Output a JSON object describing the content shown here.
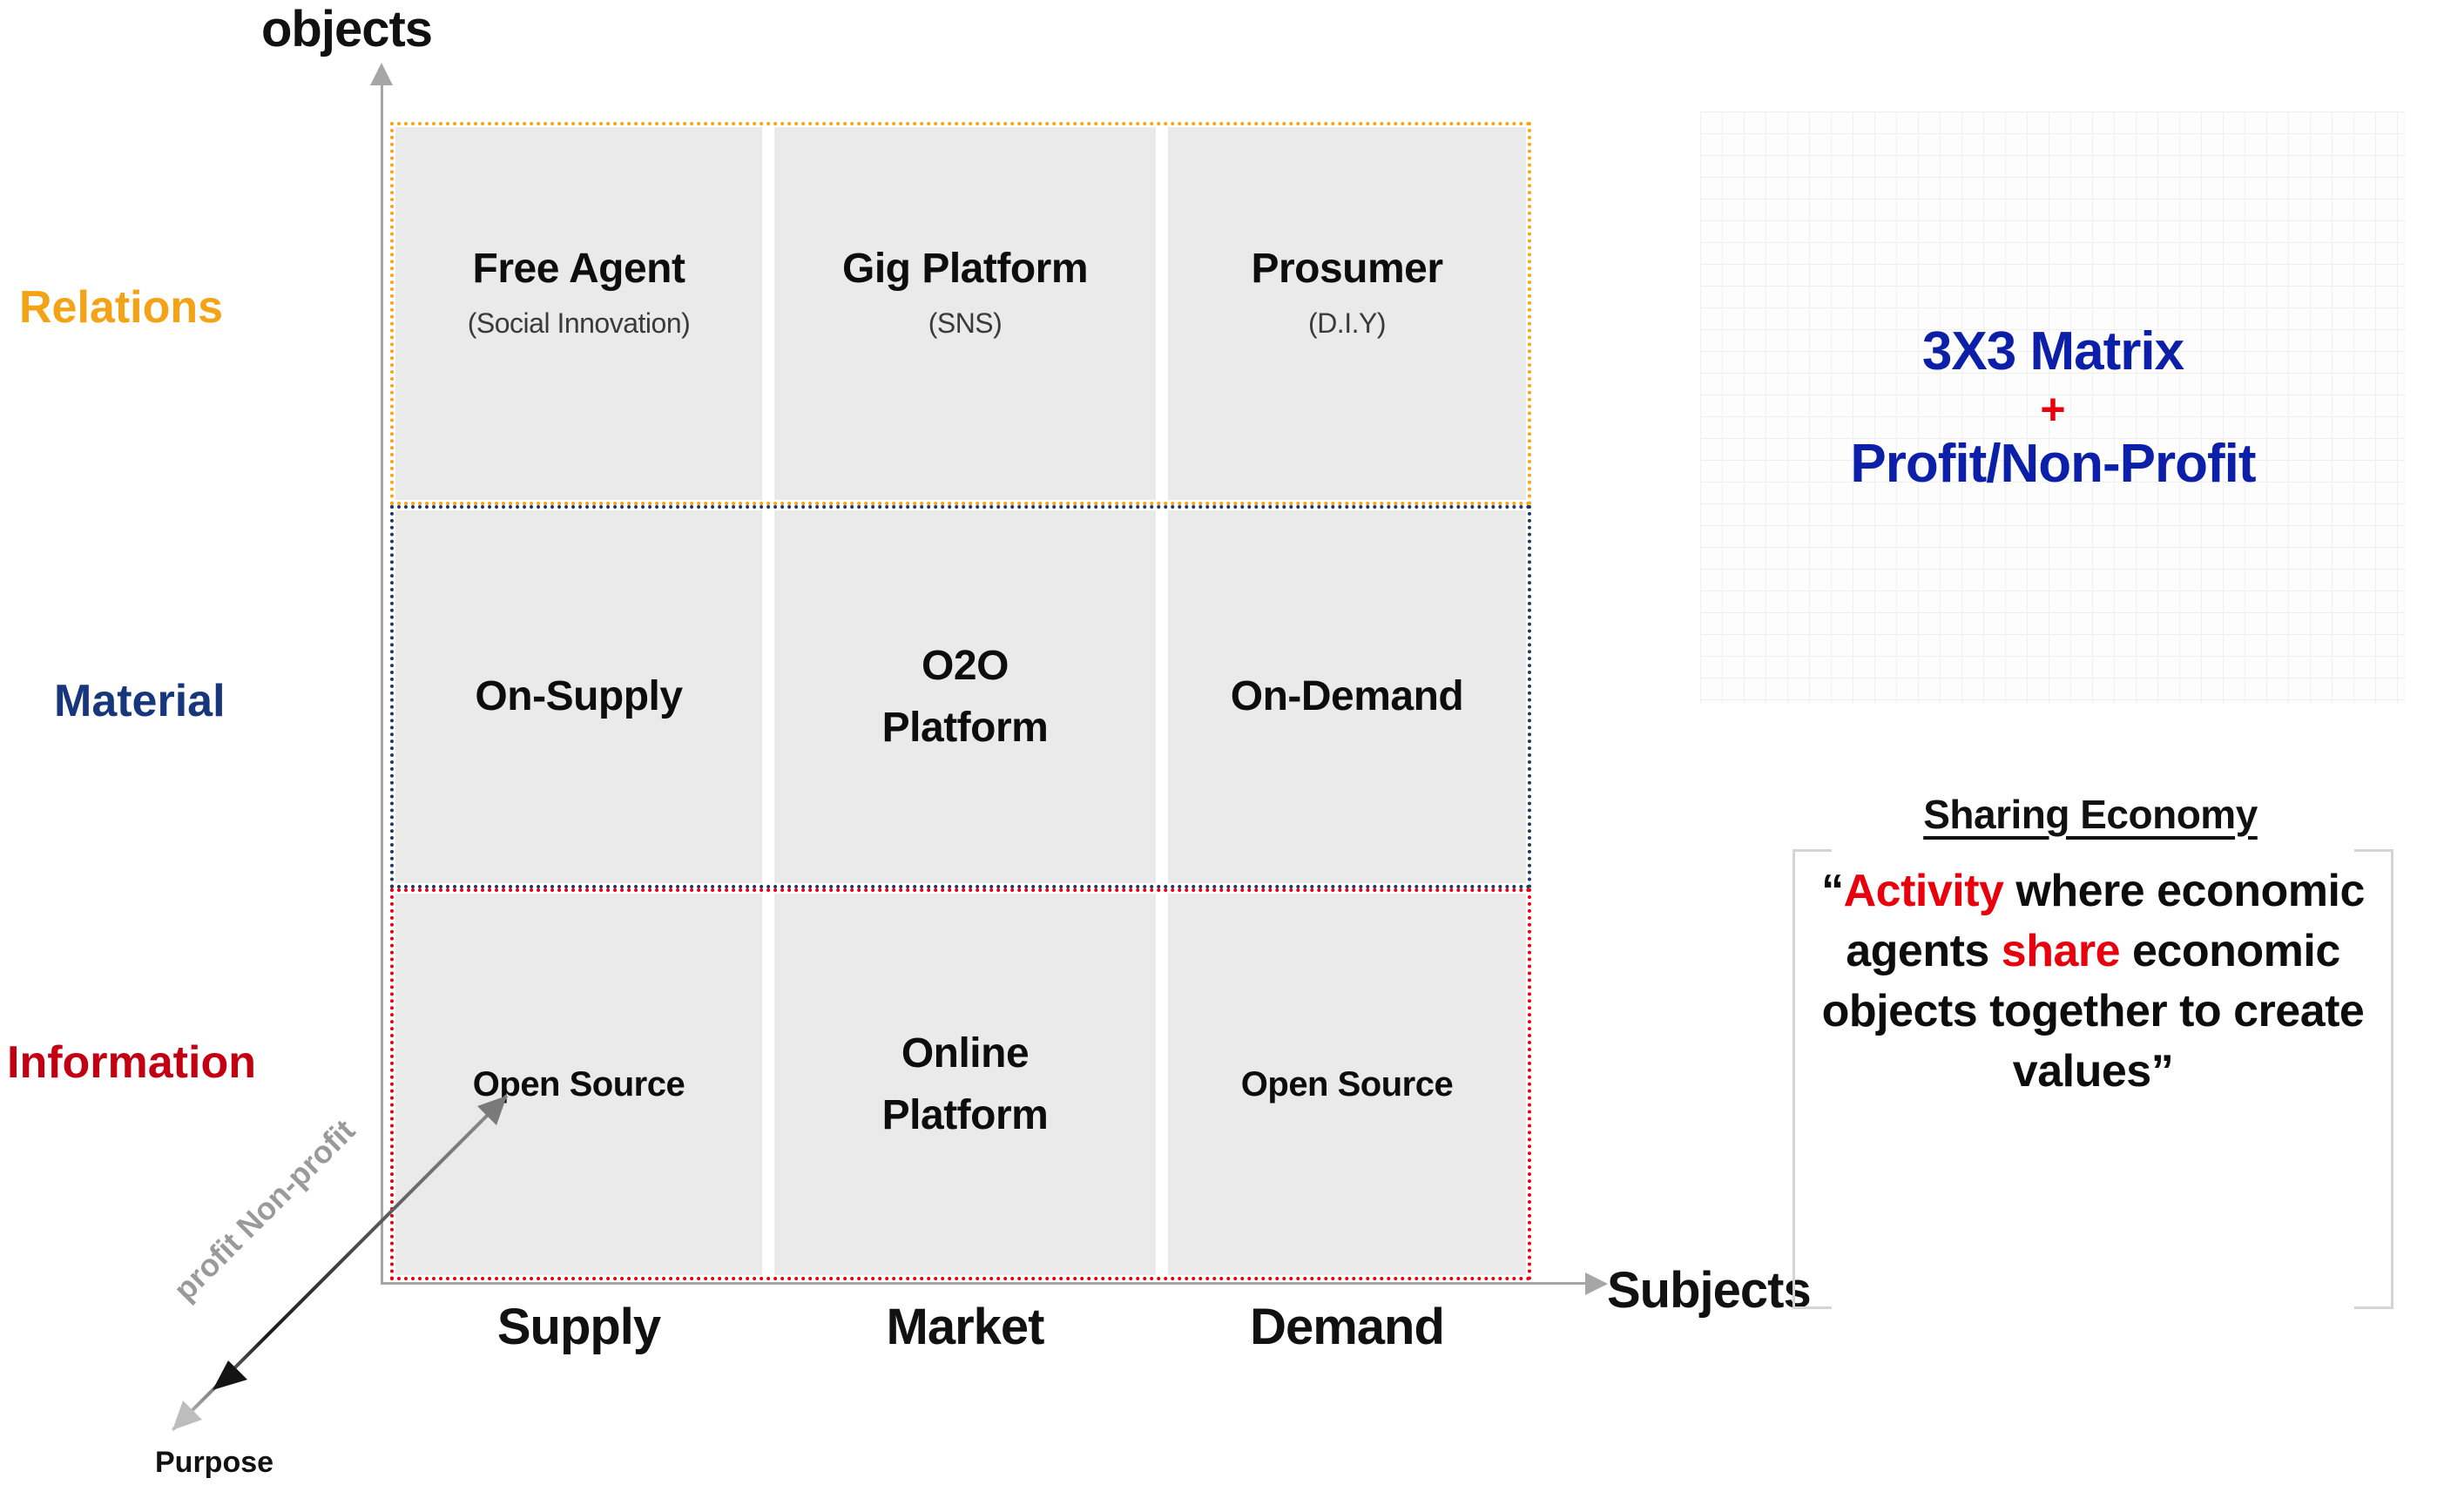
{
  "axes": {
    "y_label": "objects",
    "x_label": "Subjects",
    "purpose_label": "Purpose",
    "diagonal_label": "profit Non-profit"
  },
  "rows": [
    {
      "key": "relations",
      "label": "Relations",
      "color": "#F5A316",
      "border_color": "#FFA310"
    },
    {
      "key": "material",
      "label": "Material",
      "color": "#16377B",
      "border_color": "#1F3864"
    },
    {
      "key": "information",
      "label": "Information",
      "color": "#C20012",
      "border_color": "#E8000D"
    }
  ],
  "columns": [
    {
      "key": "supply",
      "label": "Supply"
    },
    {
      "key": "market",
      "label": "Market"
    },
    {
      "key": "demand",
      "label": "Demand"
    }
  ],
  "matrix": {
    "relations": [
      {
        "title": "Free Agent",
        "subtitle": "(Social Innovation)"
      },
      {
        "title": "Gig Platform",
        "subtitle": "(SNS)"
      },
      {
        "title": "Prosumer",
        "subtitle": "(D.I.Y)"
      }
    ],
    "material": [
      {
        "title": "On-Supply",
        "subtitle": ""
      },
      {
        "title": "O2O\nPlatform",
        "subtitle": ""
      },
      {
        "title": "On-Demand",
        "subtitle": ""
      }
    ],
    "information": [
      {
        "title": "Open Source",
        "subtitle": ""
      },
      {
        "title": "Online\nPlatform",
        "subtitle": ""
      },
      {
        "title": "Open Source",
        "subtitle": ""
      }
    ]
  },
  "panel": {
    "line1": "3X3 Matrix",
    "plus": "+",
    "line2": "Profit/Non-Profit",
    "accent_color": "#0B1FA8",
    "plus_color": "#E8000D"
  },
  "quote": {
    "title": "Sharing Economy",
    "full_text": "“Activity where economic agents share economic objects together to create values”",
    "segments": [
      {
        "text": "“",
        "highlight": false
      },
      {
        "text": "Activity",
        "highlight": true
      },
      {
        "text": " where economic agents ",
        "highlight": false
      },
      {
        "text": "share",
        "highlight": true
      },
      {
        "text": " economic objects together to create values”",
        "highlight": false
      }
    ],
    "highlight_color": "#E8000D"
  },
  "chart_data": {
    "type": "table",
    "title": "3X3 Matrix of the Sharing Economy",
    "xlabel": "Subjects",
    "ylabel": "objects",
    "columns": [
      "Supply",
      "Market",
      "Demand"
    ],
    "rows": [
      "Relations",
      "Material",
      "Information"
    ],
    "cells": [
      [
        "Free Agent (Social Innovation)",
        "Gig Platform (SNS)",
        "Prosumer (D.I.Y)"
      ],
      [
        "On-Supply",
        "O2O Platform",
        "On-Demand"
      ],
      [
        "Open Source",
        "Online Platform",
        "Open Source"
      ]
    ],
    "third_axis": "profit Non-profit (Purpose)",
    "legend": [
      "Relations",
      "Material",
      "Information"
    ]
  }
}
